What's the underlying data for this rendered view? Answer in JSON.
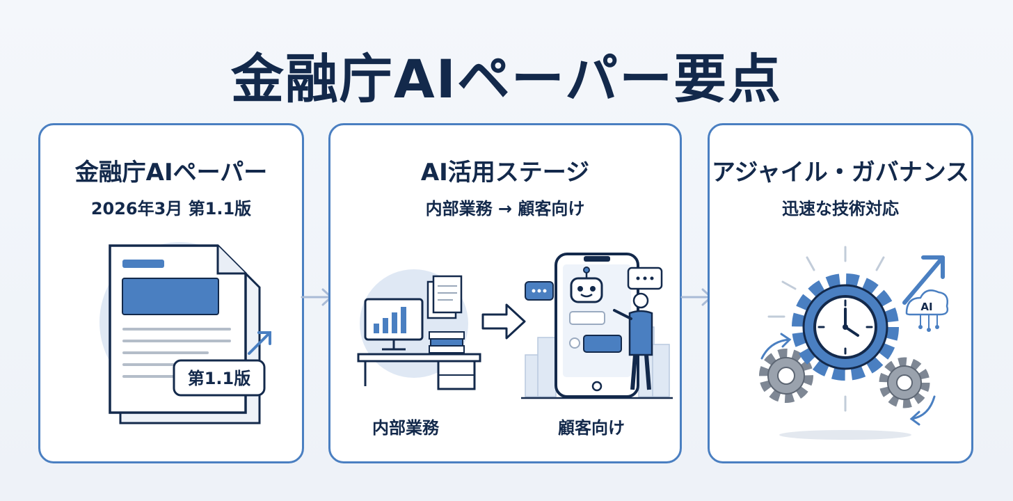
{
  "title": "金融庁AIペーパー要点",
  "panels": [
    {
      "title": "金融庁AIペーパー",
      "subtitle": "2026年3月 第1.1版",
      "badge": "第1.1版",
      "icons": [
        "document-stack-icon",
        "trend-arrow-icon"
      ]
    },
    {
      "title": "AI活用ステージ",
      "subtitle": "内部業務 → 顧客向け",
      "left_caption": "内部業務",
      "right_caption": "顧客向け",
      "icons": [
        "office-desk-icon",
        "right-arrow-icon",
        "smartphone-chatbot-icon",
        "person-icon"
      ]
    },
    {
      "title": "アジャイル・ガバナンス",
      "subtitle": "迅速な技術対応",
      "ai_label": "AI",
      "icons": [
        "clock-gear-icon",
        "gear-icon",
        "ai-cloud-icon",
        "up-arrow-icon"
      ]
    }
  ],
  "colors": {
    "navy": "#13294b",
    "accent": "#4a7fc1",
    "light_blue": "#dbe6f4",
    "gray": "#8a9099"
  }
}
